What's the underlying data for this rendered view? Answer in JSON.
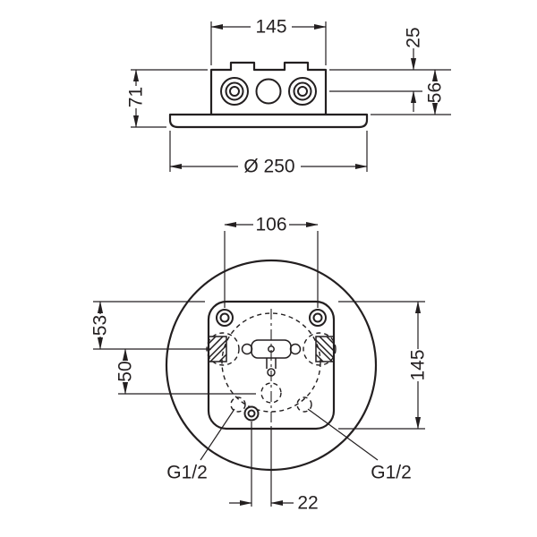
{
  "drawing": {
    "side_view": {
      "dim_width": "145",
      "dim_port_offset": "25",
      "dim_total_height": "71",
      "dim_body_height": "56",
      "dim_plate_diameter": "Ø 250"
    },
    "bottom_view": {
      "dim_hole_spacing": "106",
      "dim_edge_to_port": "53",
      "dim_port_to_outlet": "50",
      "dim_plate_size": "145",
      "dim_outlet_offset": "22",
      "thread_left": "G1/2",
      "thread_right": "G1/2"
    }
  },
  "colors": {
    "ink": "#231f20",
    "background": "#ffffff"
  }
}
